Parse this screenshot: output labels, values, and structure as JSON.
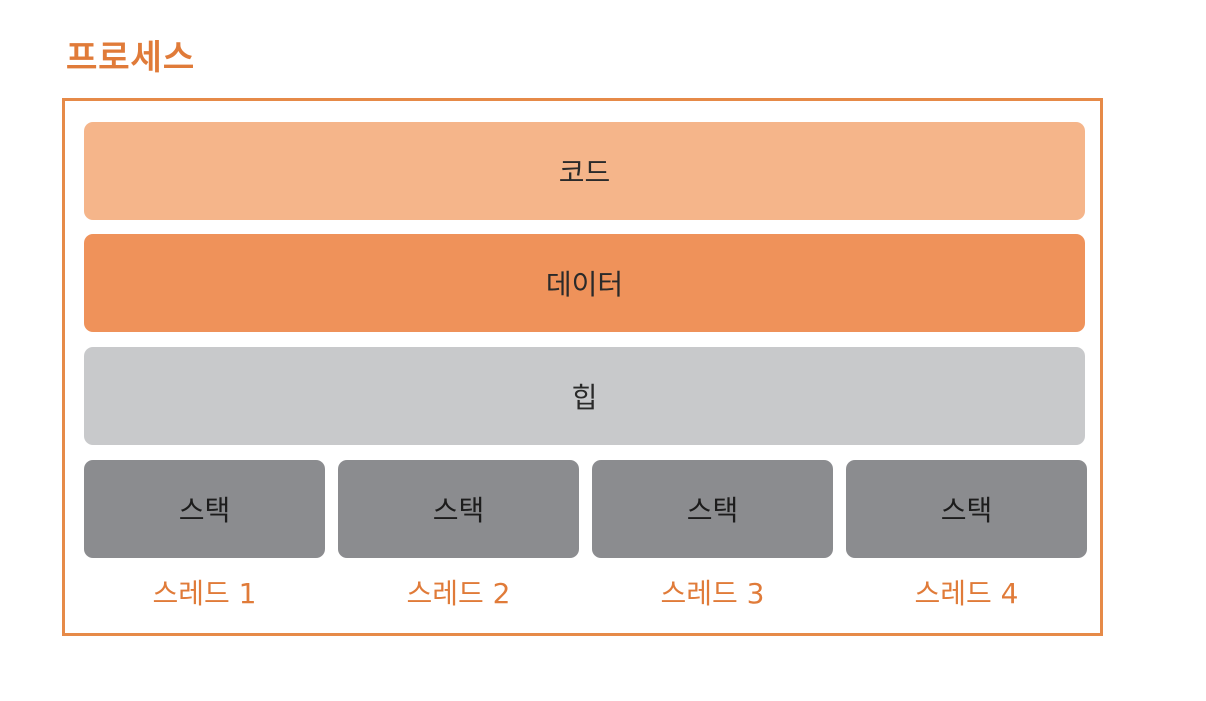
{
  "title": "프로세스",
  "segments": {
    "code": "코드",
    "data": "데이터",
    "heap": "힙"
  },
  "threads": [
    {
      "stack_label": "스택",
      "label": "스레드 1"
    },
    {
      "stack_label": "스택",
      "label": "스레드 2"
    },
    {
      "stack_label": "스택",
      "label": "스레드 3"
    },
    {
      "stack_label": "스택",
      "label": "스레드 4"
    }
  ],
  "colors": {
    "accent": "#e07b39",
    "code": "#f5b58a",
    "data": "#ef925a",
    "heap": "#c8c9cb",
    "stack": "#8b8c8f"
  }
}
